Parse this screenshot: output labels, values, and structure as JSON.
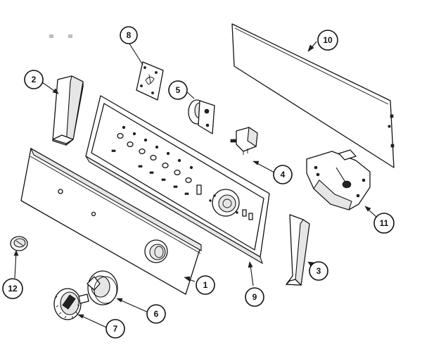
{
  "callouts": {
    "c1": "1",
    "c2": "2",
    "c3": "3",
    "c4": "4",
    "c5": "5",
    "c6": "6",
    "c7": "7",
    "c8": "8",
    "c9": "9",
    "c10": "10",
    "c11": "11",
    "c12": "12"
  },
  "colors": {
    "ink": "#111111",
    "paper": "#ffffff"
  }
}
